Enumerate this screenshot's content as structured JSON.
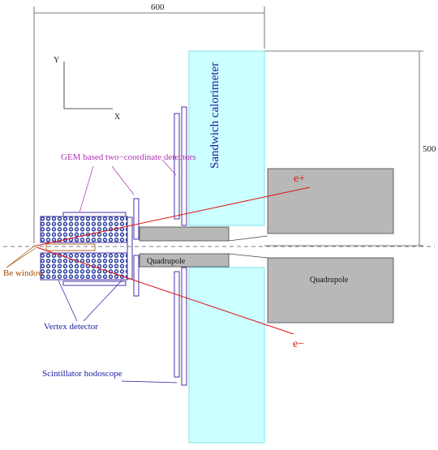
{
  "labels": {
    "dim_width": "600",
    "dim_height": "500",
    "axis_y": "Y",
    "axis_x": "X",
    "calorimeter": "Sandwich calorimeter",
    "gem": "GEM based two−coordinate detectors",
    "e_plus": "e+",
    "e_minus": "e−",
    "quadrupole_small": "Quadrupole",
    "quadrupole_large": "Quadrupole",
    "be_window": "Be window",
    "vertex": "Vertex detector",
    "scintillator": "Scintillator hodoscope"
  },
  "colors": {
    "calorimeter_fill": "#ccffff",
    "calorimeter_edge": "#66dddd",
    "quadrupole_fill": "#b8b8b8",
    "detector_edge": "#4b2fa8",
    "vertex_fill": "#2b3fa0",
    "beam": "#dd1111",
    "gem_text": "#b02fb0",
    "label_blue": "#1a1aa0",
    "be_window_text": "#a04a00",
    "dimension": "#555555"
  }
}
